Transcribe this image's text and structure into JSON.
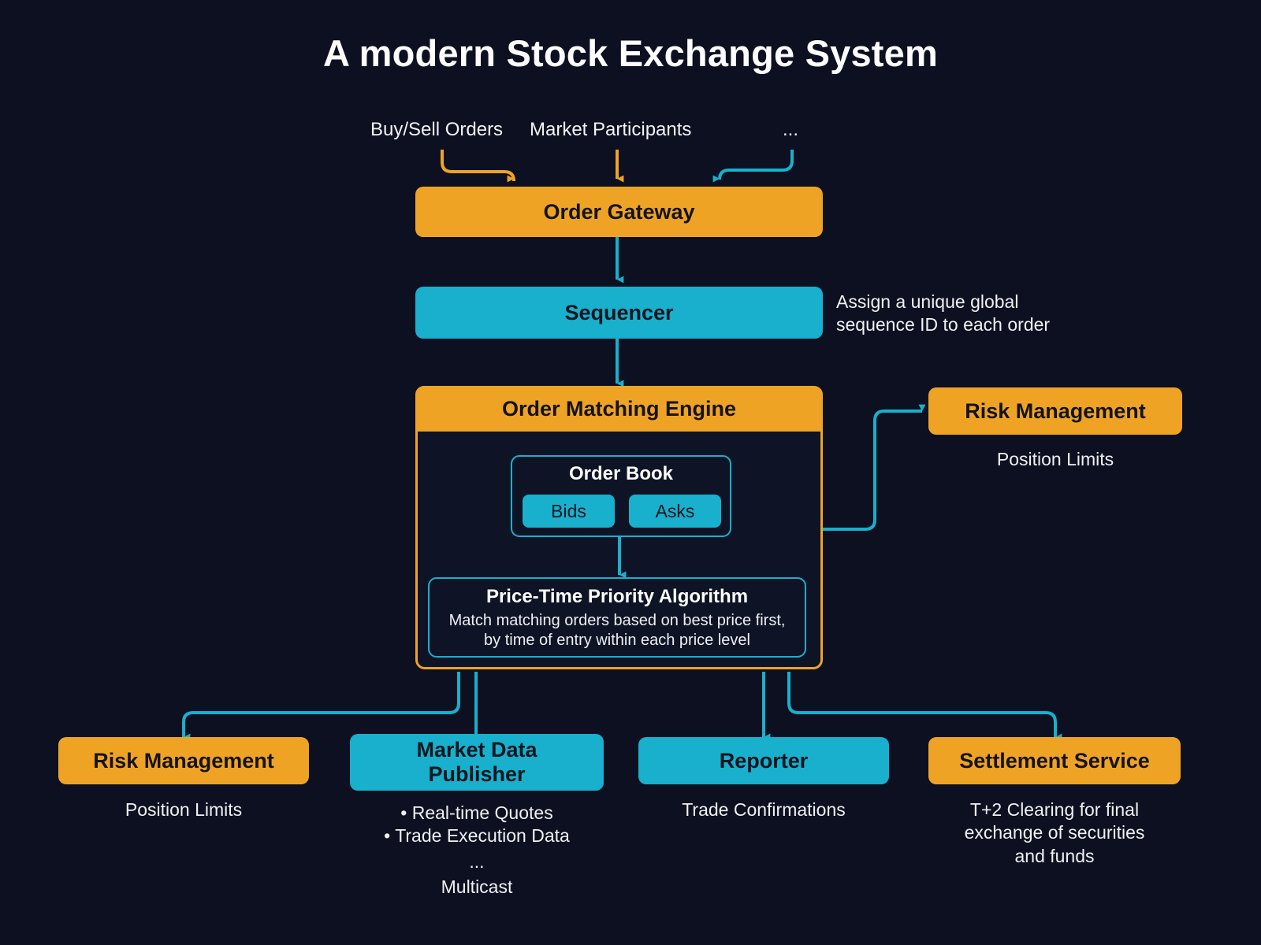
{
  "title": "A modern Stock Exchange System",
  "colors": {
    "background": "#0c1021",
    "orange": "#efa325",
    "cyan": "#18b0cc",
    "text_light": "#f2f3f5",
    "text_dark": "#14131a"
  },
  "sources": [
    {
      "label": "Buy/Sell Orders",
      "arrow_color": "#efa325"
    },
    {
      "label": "Market Participants",
      "arrow_color": "#efa325"
    },
    {
      "label": "...",
      "arrow_color": "#18b0cc"
    }
  ],
  "nodes": {
    "order_gateway": {
      "label": "Order Gateway",
      "style": "orange"
    },
    "sequencer": {
      "label": "Sequencer",
      "style": "cyan",
      "note": "Assign a unique global\nsequence ID to each order"
    },
    "order_matching_engine": {
      "label": "Order Matching Engine",
      "style": "orange",
      "order_book": {
        "label": "Order Book",
        "chips": [
          "Bids",
          "Asks"
        ]
      },
      "algorithm": {
        "title": "Price-Time Priority Algorithm",
        "description_line1": "Match matching orders based on best price first,",
        "description_line2": "by time of entry within each price level"
      }
    },
    "risk_management_right": {
      "label": "Risk Management",
      "style": "orange",
      "caption": "Position Limits"
    },
    "risk_management_bottom": {
      "label": "Risk Management",
      "style": "orange",
      "caption": "Position Limits"
    },
    "market_data_publisher": {
      "label": "Market Data\nPublisher",
      "label_line1": "Market Data",
      "label_line2": "Publisher",
      "style": "cyan",
      "caption_bullets": [
        "• Real-time Quotes",
        "• Trade Execution Data"
      ],
      "caption_ellipsis": "...",
      "caption_footer": "Multicast"
    },
    "reporter": {
      "label": "Reporter",
      "style": "cyan",
      "caption": "Trade Confirmations"
    },
    "settlement_service": {
      "label": "Settlement Service",
      "style": "orange",
      "caption_line1": "T+2 Clearing for final",
      "caption_line2": "exchange of securities",
      "caption_line3": "and funds"
    }
  },
  "notes": {
    "sequencer_note_line1": "Assign a unique global",
    "sequencer_note_line2": "sequence ID to each order"
  }
}
